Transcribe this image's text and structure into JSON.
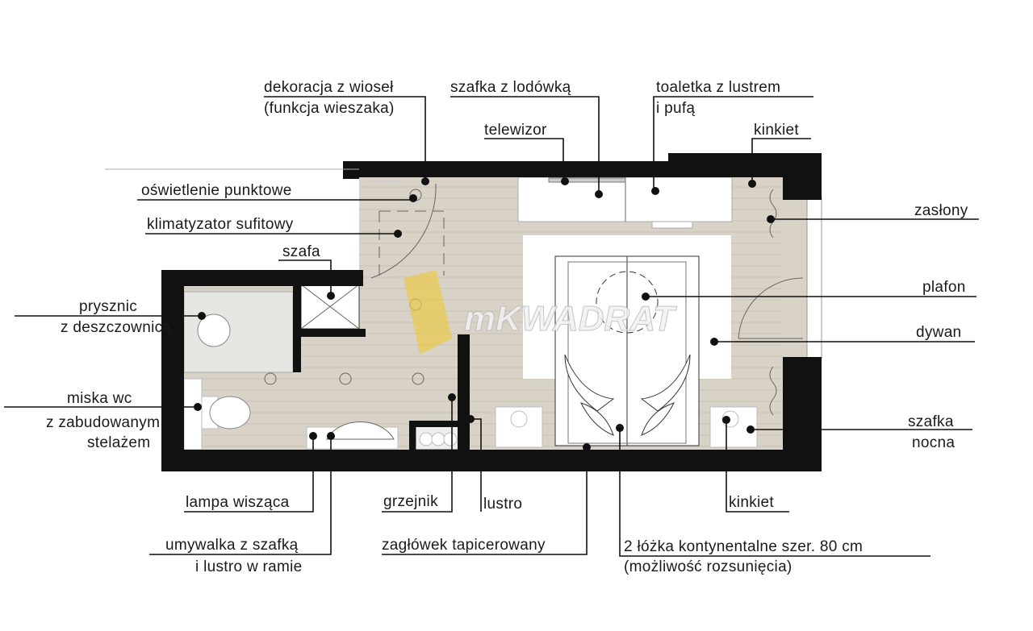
{
  "title": "Floor plan – room layout",
  "watermark": "mKWADRAT",
  "labels": {
    "dekoracja_1": "dekoracja z wioseł",
    "dekoracja_2": "(funkcja wieszaka)",
    "szafka_lodowka": "szafka z lodówką",
    "toaletka_1": "toaletka z lustrem",
    "toaletka_2": "i pufą",
    "telewizor": "telewizor",
    "kinkiet_top": "kinkiet",
    "oswietlenie": "oświetlenie punktowe",
    "klimatyzator": "klimatyzator sufitowy",
    "szafa": "szafa",
    "zaslony": "zasłony",
    "plafon": "plafon",
    "prysznic_1": "prysznic",
    "prysznic_2": "z deszczownicą",
    "dywan": "dywan",
    "wc_1": "miska wc",
    "wc_2": "z zabudowanym",
    "wc_3": "stelażem",
    "szafka_nocna_1": "szafka",
    "szafka_nocna_2": "nocna",
    "lampa": "lampa wisząca",
    "umywalka_1": "umywalka z szafką",
    "umywalka_2": "i lustro w ramie",
    "grzejnik": "grzejnik",
    "lustro": "lustro",
    "zaglowek": "zagłówek tapicerowany",
    "kinkiet_bottom": "kinkiet",
    "lozka_1": "2 łóżka kontynentalne szer. 80 cm",
    "lozka_2": "(możliwość rozsunięcia)"
  },
  "colors": {
    "wall": "#111111",
    "floor": "#d9d2c7"
  }
}
